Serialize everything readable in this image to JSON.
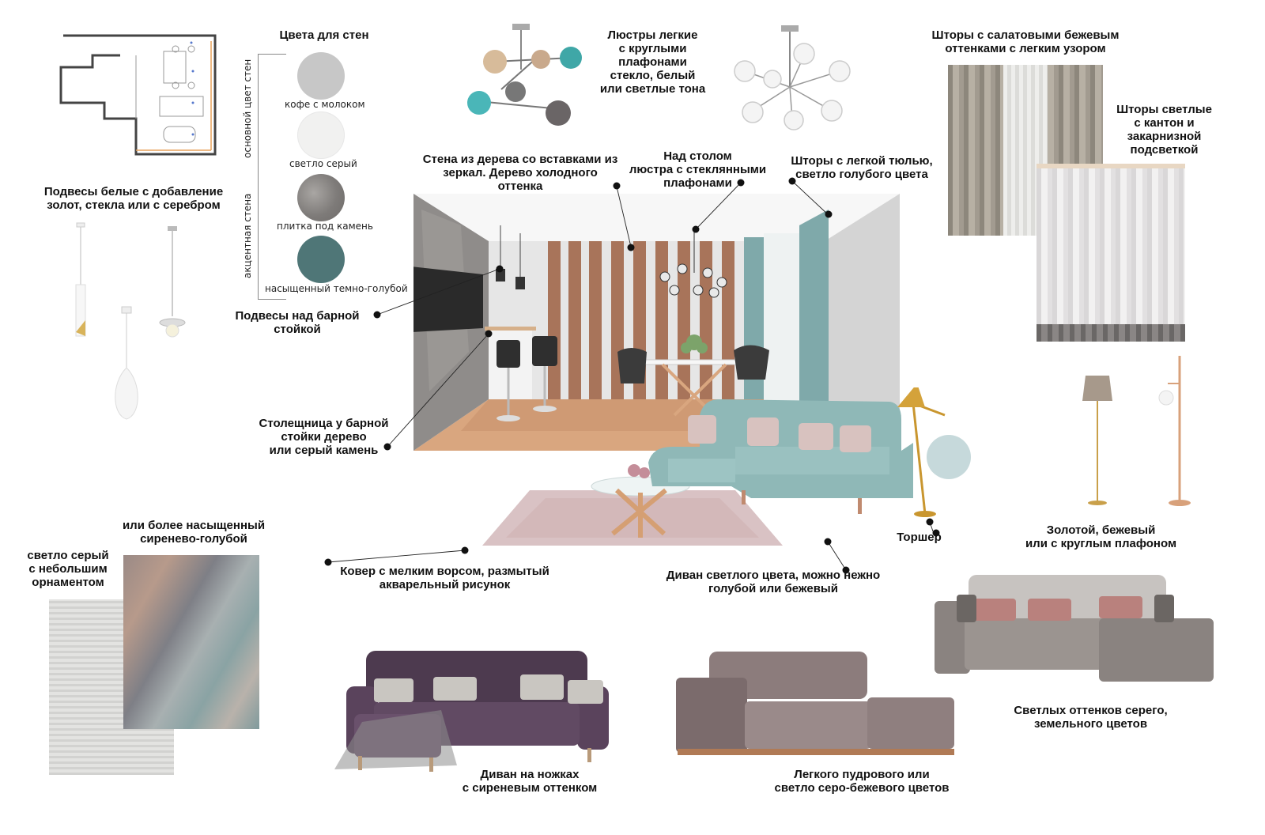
{
  "wall_colors": {
    "title": "Цвета для стен",
    "main_group": "основной цвет стен",
    "accent_group": "акцентная стена",
    "swatches": [
      {
        "label": "кофе с молоком",
        "color": "#c7c7c7"
      },
      {
        "label": "светло серый",
        "color": "#f1f1f0"
      },
      {
        "label": "плитка под камень",
        "color": "#8a8785"
      },
      {
        "label": "насыщенный темно-голубой",
        "color": "#4f7677"
      }
    ]
  },
  "callouts": {
    "chandeliers": [
      "Люстры легкие",
      "с круглыми",
      "плафонами",
      "стекло, белый",
      "или светлые тона"
    ],
    "curtains_green": [
      "Шторы с салатовыми бежевым",
      "оттенками с легким узором"
    ],
    "curtains_light": [
      "Шторы светлые",
      "с кантон и",
      "закарнизной",
      "подсветкой"
    ],
    "wood_wall": [
      "Стена из дерева со вставками из",
      "зеркал. Дерево холодного",
      "оттенка"
    ],
    "over_table": [
      "Над столом",
      "люстра с стеклянными",
      "плафонами"
    ],
    "tulle": [
      "Шторы с легкой тюлью,",
      "светло голубого цвета"
    ],
    "pendants_white": [
      "Подвесы белые с добавление",
      "золот, стекла или с серебром"
    ],
    "pendants_bar": [
      "Подвесы над барной",
      "стойкой"
    ],
    "countertop": [
      "Столещница у барной",
      "стойки дерево",
      "или серый камень"
    ],
    "floor_lamp": [
      "Торшер"
    ],
    "floor_lamp_style": [
      "Золотой, бежевый",
      "или с круглым плафоном"
    ],
    "rug": [
      "Ковер с мелким ворсом, размытый",
      "акварельный рисунок"
    ],
    "sofa_light": [
      "Диван светлого цвета, можно нежно",
      "голубой или бежевый"
    ],
    "rug_purple": [
      "или более насыщенный",
      "сиренево-голубой"
    ],
    "rug_grey": [
      "светло серый",
      "с небольшим",
      "орнаментом"
    ],
    "sofa_lilac": [
      "Диван на ножках",
      "с сиреневым оттенком"
    ],
    "sofa_powder": [
      "Легкого пудрового или",
      "светло серо-бежевого цветов"
    ],
    "sofa_grey": [
      "Светлых оттенков серего,",
      "земельного цветов"
    ]
  },
  "colors": {
    "accent_blue": "#7fa9aa",
    "sofa_teal": "#8fb8b7",
    "wood": "#a8745a",
    "stone": "#8f8c8a",
    "plan_orange": "#e8a25c"
  }
}
